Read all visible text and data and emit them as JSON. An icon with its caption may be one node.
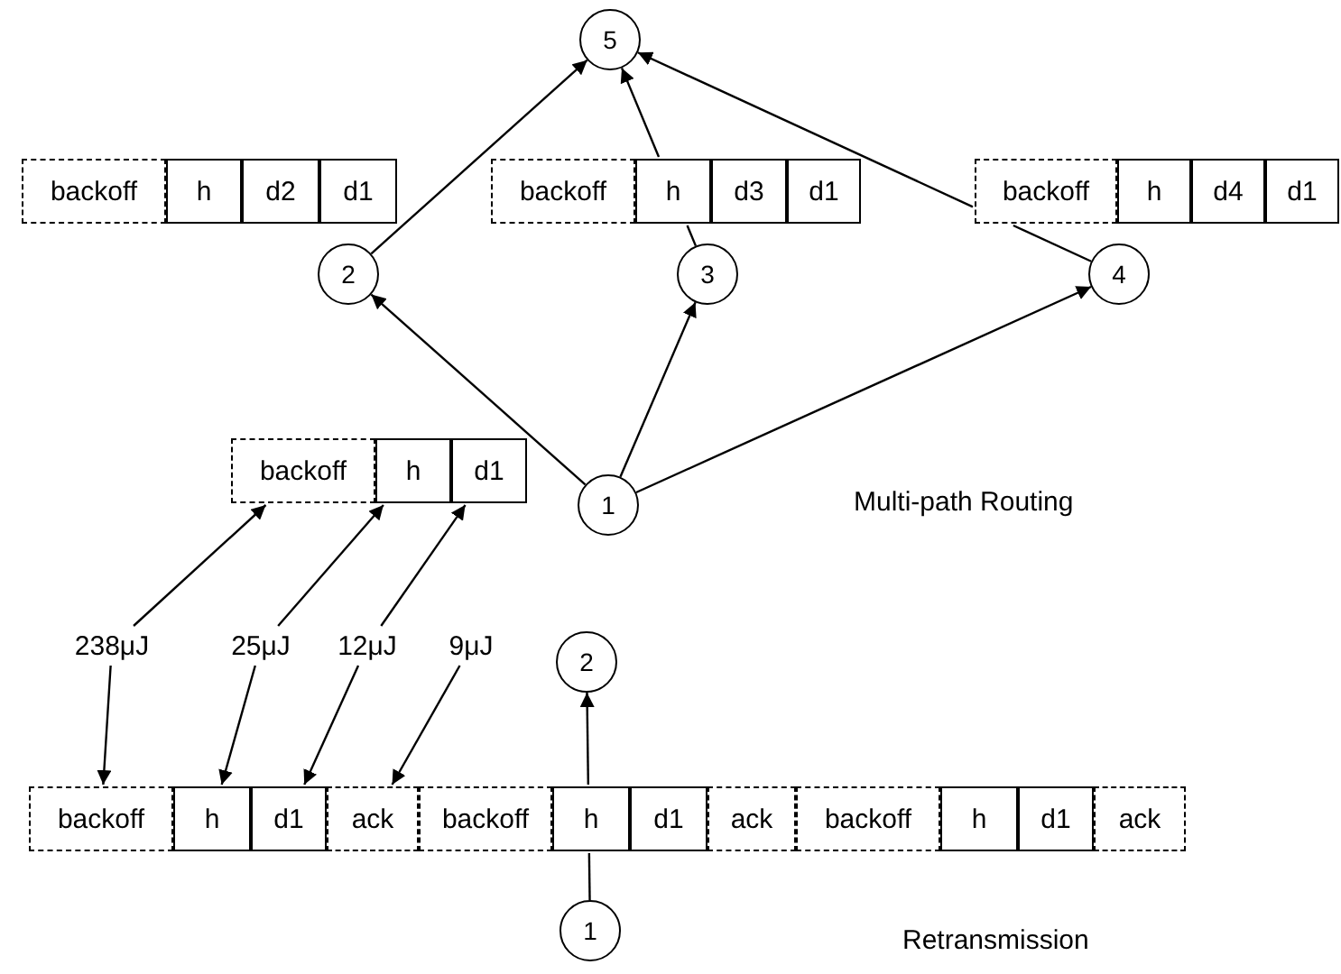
{
  "diagram": {
    "nodes": [
      {
        "text": [
          "5"
        ]
      },
      {
        "text": [
          "2"
        ]
      },
      {
        "text": [
          "3"
        ]
      },
      {
        "text": [
          "4"
        ]
      },
      {
        "text": [
          "1"
        ]
      },
      {
        "text": [
          "backoff"
        ]
      },
      {
        "text": [
          "h"
        ]
      },
      {
        "text": [
          "d2"
        ]
      },
      {
        "text": [
          "d1"
        ]
      },
      {
        "text": [
          "backoff"
        ]
      },
      {
        "text": [
          "h"
        ]
      },
      {
        "text": [
          "d3"
        ]
      },
      {
        "text": [
          "d1"
        ]
      },
      {
        "text": [
          "backoff"
        ]
      },
      {
        "text": [
          "h"
        ]
      },
      {
        "text": [
          "d4"
        ]
      },
      {
        "text": [
          "d1"
        ]
      },
      {
        "text": [
          "backoff"
        ]
      },
      {
        "text": [
          "h"
        ]
      },
      {
        "text": [
          "d1"
        ]
      },
      {
        "text": [
          "238μJ"
        ]
      },
      {
        "text": [
          "25μJ"
        ]
      },
      {
        "text": [
          "12μJ"
        ]
      },
      {
        "text": [
          "9μJ"
        ]
      },
      {
        "text": [
          "backoff"
        ]
      },
      {
        "text": [
          "h"
        ]
      },
      {
        "text": [
          "d1"
        ]
      },
      {
        "text": [
          "ack"
        ]
      },
      {
        "text": [
          "backoff"
        ]
      },
      {
        "text": [
          "h"
        ]
      },
      {
        "text": [
          "d1"
        ]
      },
      {
        "text": [
          "ack"
        ]
      },
      {
        "text": [
          "backoff"
        ]
      },
      {
        "text": [
          "h"
        ]
      },
      {
        "text": [
          "d1"
        ]
      },
      {
        "text": [
          "ack"
        ]
      },
      {
        "text": [
          "2"
        ]
      },
      {
        "text": [
          "1"
        ]
      }
    ],
    "edges": [
      {
        "from": 4,
        "to": 1,
        "arrow": "to"
      },
      {
        "from": 4,
        "to": 2,
        "arrow": "to"
      },
      {
        "from": 4,
        "to": 3,
        "arrow": "to"
      },
      {
        "from": 1,
        "to": 0,
        "arrow": "to"
      },
      {
        "from": 2,
        "to": 10,
        "arrow": "none"
      },
      {
        "from": 10,
        "to": 0,
        "arrow": "to"
      },
      {
        "from": 3,
        "to": 13,
        "arrow": "none"
      },
      {
        "from": 13,
        "to": 0,
        "arrow": "to"
      },
      {
        "from": 20,
        "to": 17,
        "arrow": "to"
      },
      {
        "from": 20,
        "to": 24,
        "arrow": "to"
      },
      {
        "from": 21,
        "to": 18,
        "arrow": "to"
      },
      {
        "from": 21,
        "to": 25,
        "arrow": "to"
      },
      {
        "from": 22,
        "to": 19,
        "arrow": "to"
      },
      {
        "from": 22,
        "to": 26,
        "arrow": "to"
      },
      {
        "from": 23,
        "to": 27,
        "arrow": "to"
      },
      {
        "from": 37,
        "to": 29,
        "arrow": "none"
      },
      {
        "from": 29,
        "to": 36,
        "arrow": "to"
      }
    ],
    "labels": [
      "Multi-path Routing",
      "Retransmission"
    ]
  }
}
